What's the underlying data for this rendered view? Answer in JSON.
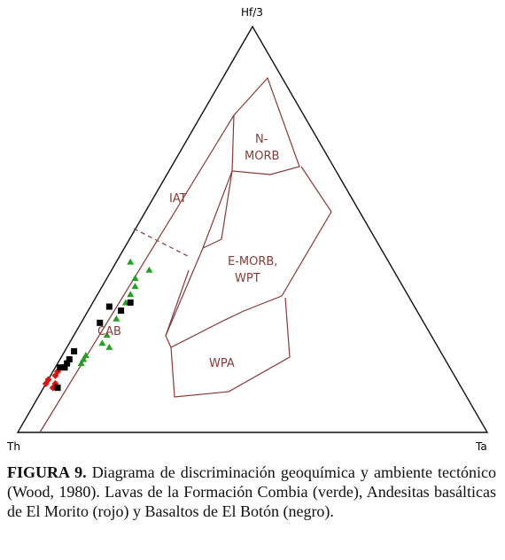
{
  "chart_data": {
    "type": "ternary",
    "vertices": {
      "top": "Hf/3",
      "left": "Th",
      "right": "Ta"
    },
    "field_labels": [
      "IAT",
      "N-",
      "MORB",
      "E-MORB,",
      "WPT",
      "CAB",
      "WPA"
    ],
    "colors": {
      "frame": "#111111",
      "fields": "#8b3a3a",
      "green": "#22a022",
      "red": "#e01010",
      "black": "#000000"
    },
    "series": [
      {
        "color": "green",
        "marker": "triangle",
        "points": [
          {
            "th": 0.56,
            "hf3": 0.38,
            "ta": 0.06
          },
          {
            "th": 0.57,
            "hf3": 0.36,
            "ta": 0.07
          },
          {
            "th": 0.59,
            "hf3": 0.34,
            "ta": 0.07
          },
          {
            "th": 0.61,
            "hf3": 0.32,
            "ta": 0.07
          },
          {
            "th": 0.63,
            "hf3": 0.3,
            "ta": 0.07
          },
          {
            "th": 0.65,
            "hf3": 0.28,
            "ta": 0.07
          },
          {
            "th": 0.69,
            "hf3": 0.24,
            "ta": 0.07
          },
          {
            "th": 0.71,
            "hf3": 0.22,
            "ta": 0.07
          },
          {
            "th": 0.76,
            "hf3": 0.19,
            "ta": 0.05
          },
          {
            "th": 0.78,
            "hf3": 0.17,
            "ta": 0.05
          },
          {
            "th": 0.7,
            "hf3": 0.21,
            "ta": 0.09
          },
          {
            "th": 0.77,
            "hf3": 0.18,
            "ta": 0.05
          },
          {
            "th": 0.55,
            "hf3": 0.42,
            "ta": 0.03
          },
          {
            "th": 0.52,
            "hf3": 0.4,
            "ta": 0.08
          }
        ]
      },
      {
        "color": "red",
        "marker": "diamond",
        "points": [
          {
            "th": 0.84,
            "hf3": 0.15,
            "ta": 0.01
          },
          {
            "th": 0.85,
            "hf3": 0.14,
            "ta": 0.01
          },
          {
            "th": 0.87,
            "hf3": 0.13,
            "ta": 0.0
          },
          {
            "th": 0.86,
            "hf3": 0.12,
            "ta": 0.02
          },
          {
            "th": 0.88,
            "hf3": 0.12,
            "ta": 0.0
          },
          {
            "th": 0.87,
            "hf3": 0.11,
            "ta": 0.02
          }
        ]
      },
      {
        "color": "black",
        "marker": "square",
        "points": [
          {
            "th": 0.69,
            "hf3": 0.27,
            "ta": 0.04
          },
          {
            "th": 0.65,
            "hf3": 0.31,
            "ta": 0.04
          },
          {
            "th": 0.63,
            "hf3": 0.3,
            "ta": 0.07
          },
          {
            "th": 0.6,
            "hf3": 0.32,
            "ta": 0.08
          },
          {
            "th": 0.78,
            "hf3": 0.2,
            "ta": 0.02
          },
          {
            "th": 0.8,
            "hf3": 0.18,
            "ta": 0.02
          },
          {
            "th": 0.81,
            "hf3": 0.17,
            "ta": 0.02
          },
          {
            "th": 0.83,
            "hf3": 0.16,
            "ta": 0.01
          },
          {
            "th": 0.86,
            "hf3": 0.11,
            "ta": 0.03
          },
          {
            "th": 0.82,
            "hf3": 0.16,
            "ta": 0.02
          }
        ]
      }
    ]
  },
  "caption": {
    "label": "FIGURA 9.",
    "text": "Diagrama de discriminación geoquímica y ambiente tectónico (Wood, 1980). Lavas de la Formación Combia (verde), Andesitas basálticas de El Morito (rojo) y Basaltos de El Botón (negro)."
  }
}
